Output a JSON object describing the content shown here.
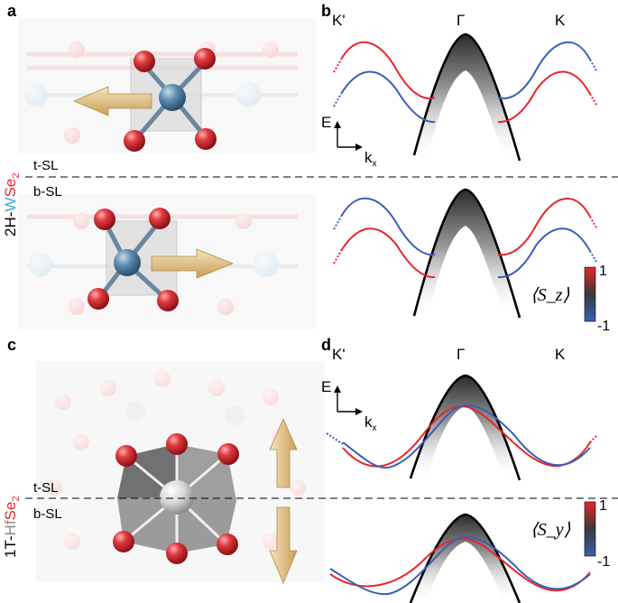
{
  "panels": {
    "a": {
      "letter": "a",
      "material_prefix": "2H-",
      "material_metal": "W",
      "material_chalcogen": "Se",
      "material_subscript": "2",
      "top_layer": "t-SL",
      "bottom_layer": "b-SL"
    },
    "b": {
      "letter": "b",
      "k_left": "K'",
      "k_center": "Γ",
      "k_right": "K",
      "energy_axis": "E",
      "momentum_axis_main": "k",
      "momentum_axis_sub": "x",
      "colorbar": {
        "label": "⟨S_z⟩",
        "max": "1",
        "min": "-1"
      }
    },
    "c": {
      "letter": "c",
      "material_prefix": "1T-",
      "material_metal": "Hf",
      "material_chalcogen": "Se",
      "material_subscript": "2",
      "top_layer": "t-SL",
      "bottom_layer": "b-SL"
    },
    "d": {
      "letter": "d",
      "k_left": "K'",
      "k_center": "Γ",
      "k_right": "K",
      "energy_axis": "E",
      "momentum_axis_main": "k",
      "momentum_axis_sub": "x",
      "colorbar": {
        "label": "⟨S_y⟩",
        "max": "1",
        "min": "-1"
      }
    }
  },
  "colors": {
    "spin_up": "#e8262a",
    "spin_down": "#3a5fb4",
    "chalcogen_atom": "#cf2c33",
    "tungsten_atom": "#4c7da0",
    "hafnium_atom": "#d8d8d8",
    "arrow": "#e6c58c"
  }
}
